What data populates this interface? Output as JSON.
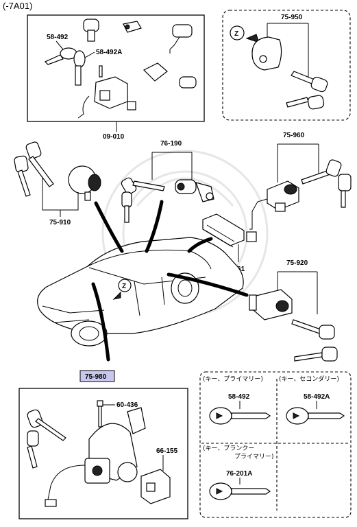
{
  "header": {
    "code": "(-7A01)"
  },
  "labels": {
    "p58492_top": "58-492",
    "p58492a_top": "58-492A",
    "p09010": "09-010",
    "p75950": "75-950",
    "p76190": "76-190",
    "p75960": "75-960",
    "p75910": "75-910",
    "p58961": "58-961",
    "p75920": "75-920",
    "p75980": "75-980",
    "p60436": "60-436",
    "p66155": "66-155",
    "p58492_key": "58-492",
    "p58492a_key": "58-492A",
    "p76201a": "76-201A",
    "z_top": "Z",
    "z_car": "Z"
  },
  "keys_legend": {
    "primary": "(キー、プライマリー)",
    "secondary": "(キー、セコンダリー)",
    "blank_1": "(キー、ブランクー",
    "blank_2": "プライマリー)"
  },
  "colors": {
    "highlight": "#c8c8ee",
    "line": "#000000",
    "watermark": "#e6e6e6"
  }
}
